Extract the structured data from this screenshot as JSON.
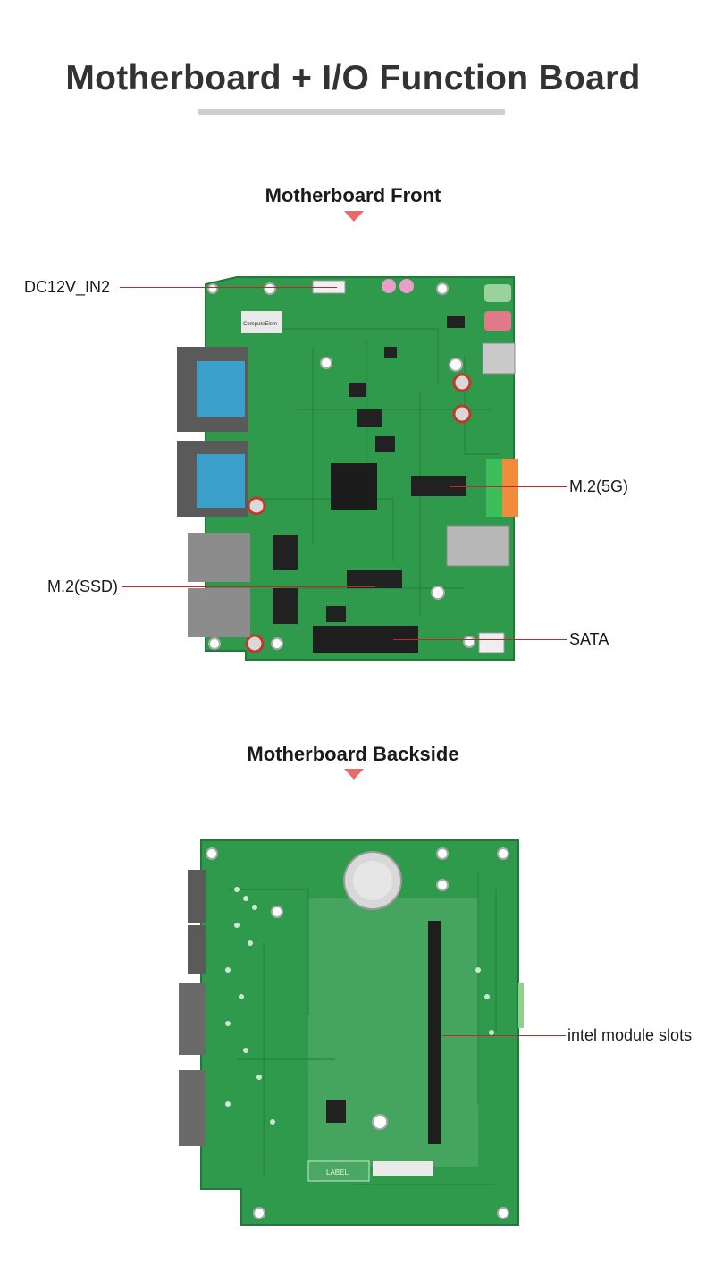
{
  "page": {
    "title": "Motherboard + I/O Function Board"
  },
  "sections": [
    {
      "title": "Motherboard Front"
    },
    {
      "title": "Motherboard Backside"
    }
  ],
  "front_callouts": [
    {
      "label": "DC12V_IN2"
    },
    {
      "label": "M.2(5G)"
    },
    {
      "label": "M.2(SSD)"
    },
    {
      "label": "SATA"
    }
  ],
  "back_callouts": [
    {
      "label": "intel module slots"
    }
  ],
  "board_text": {
    "front_brand": "ComputeElem",
    "back_label": "LABEL"
  },
  "colors": {
    "pcb": "#2f9a4c",
    "pcb_dark": "#1f7a3a",
    "callout_line": "#c2262d",
    "arrow": "#e86a6a",
    "db9": "#3a9fc9"
  }
}
